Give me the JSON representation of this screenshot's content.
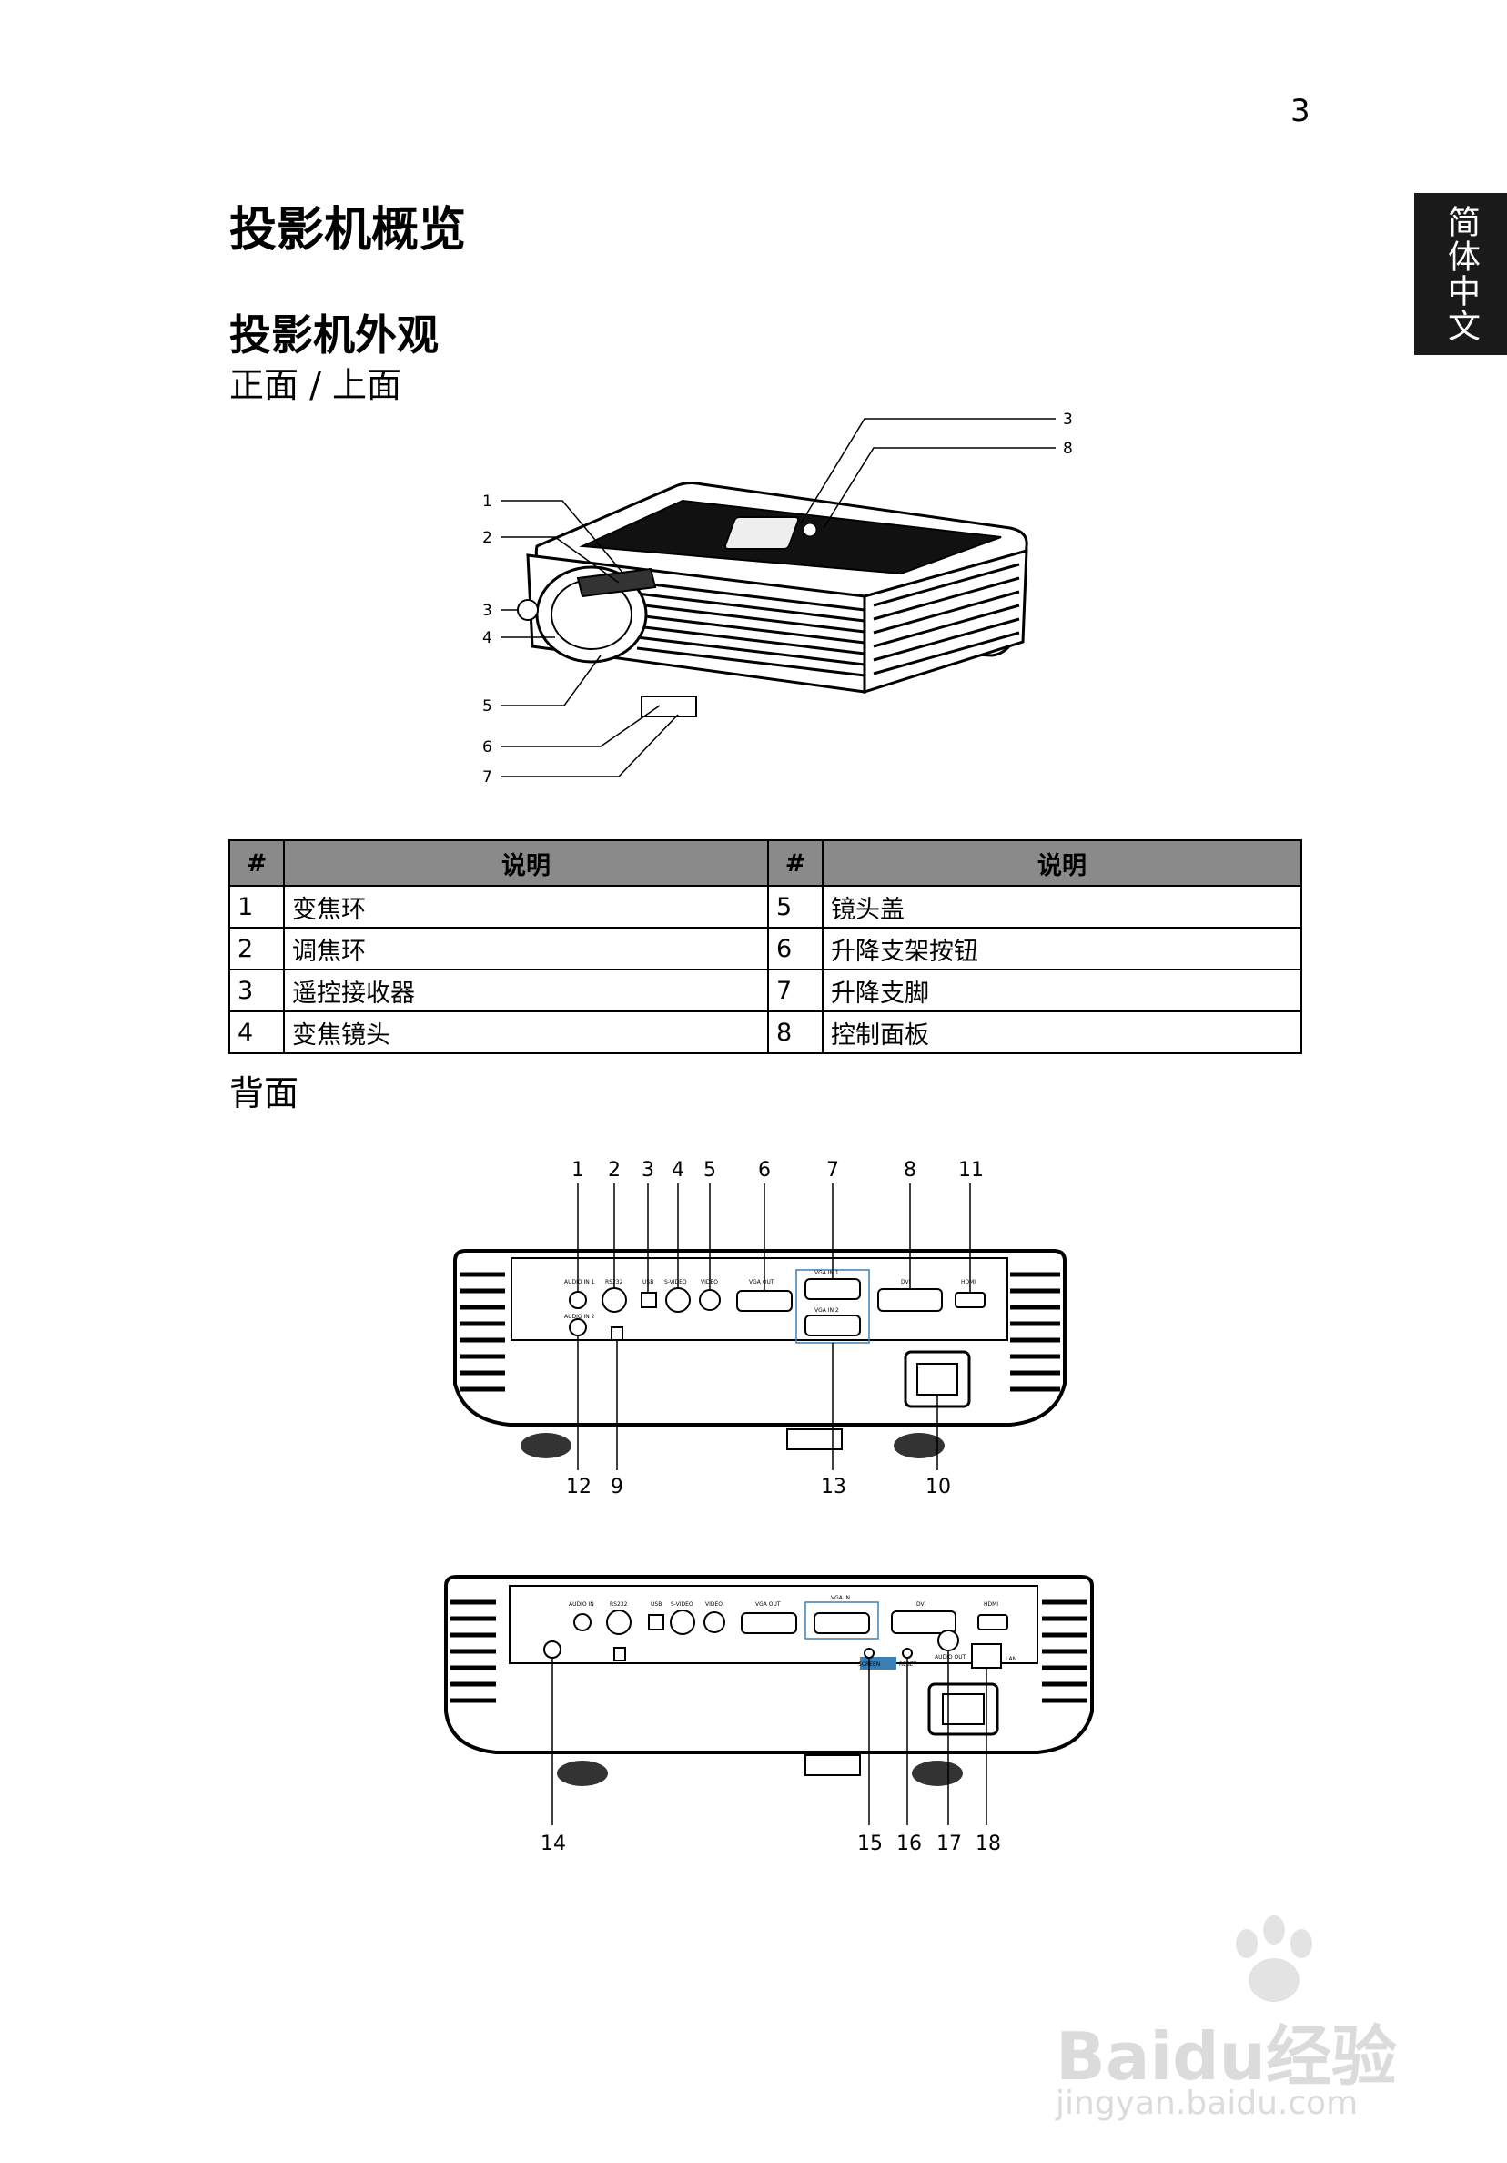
{
  "page": {
    "number": "3",
    "language_tab": "简体中文",
    "title": "投影机概览",
    "section_title": "投影机外观",
    "front_top_heading": "正面 / 上面",
    "rear_heading": "背面"
  },
  "front_figure": {
    "callouts": [
      "1",
      "2",
      "3",
      "4",
      "5",
      "6",
      "7",
      "3",
      "8"
    ]
  },
  "parts_table": {
    "headers": [
      "#",
      "说明",
      "#",
      "说明"
    ],
    "rows": [
      {
        "n1": "1",
        "d1": "变焦环",
        "n2": "5",
        "d2": "镜头盖"
      },
      {
        "n1": "2",
        "d1": "调焦环",
        "n2": "6",
        "d2": "升降支架按钮"
      },
      {
        "n1": "3",
        "d1": "遥控接收器",
        "n2": "7",
        "d2": "升降支脚"
      },
      {
        "n1": "4",
        "d1": "变焦镜头",
        "n2": "8",
        "d2": "控制面板"
      }
    ]
  },
  "rear_figure_1": {
    "top_callouts": [
      "1",
      "2",
      "3",
      "4",
      "5",
      "6",
      "7",
      "8",
      "11"
    ],
    "bottom_callouts": [
      "12",
      "9",
      "13",
      "10"
    ],
    "port_labels": [
      "AUDIO IN 1",
      "RS232",
      "USB",
      "S-VIDEO",
      "VIDEO",
      "VGA OUT",
      "VGA IN 1",
      "DVI",
      "HDMI",
      "AUDIO IN 2",
      "VGA IN 2"
    ]
  },
  "rear_figure_2": {
    "bottom_callouts": [
      "14",
      "15",
      "16",
      "17",
      "18"
    ],
    "port_labels": [
      "AUDIO IN",
      "RS232",
      "USB",
      "S-VIDEO",
      "VIDEO",
      "VGA OUT",
      "VGA IN",
      "DVI",
      "HDMI",
      "SCREEN",
      "RESET",
      "AUDIO OUT",
      "LAN"
    ]
  },
  "watermark": {
    "brand": "Baidu经验",
    "url": "jingyan.baidu.com"
  }
}
